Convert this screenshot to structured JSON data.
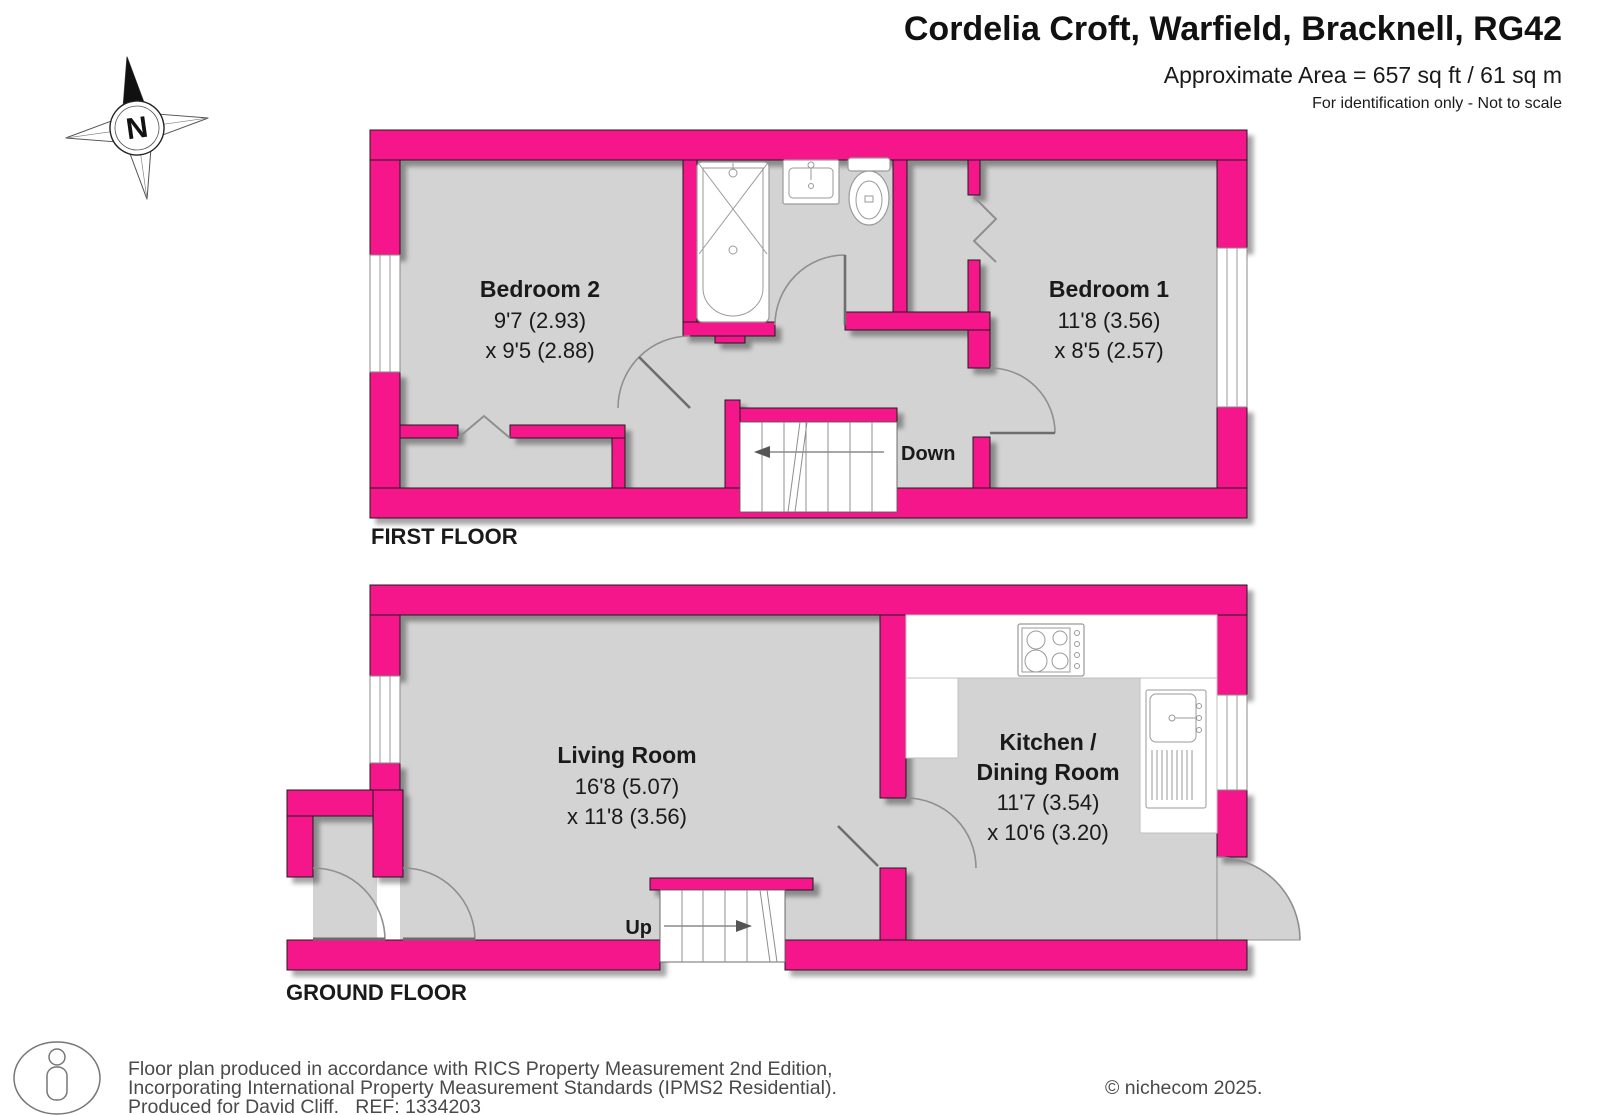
{
  "header": {
    "title": "Cordelia Croft, Warfield, Bracknell, RG42",
    "area_line": "Approximate Area = 657 sq ft / 61 sq m",
    "disclaimer": "For identification only - Not to scale"
  },
  "compass": {
    "north_label": "N"
  },
  "first_floor": {
    "label": "FIRST FLOOR",
    "stairs_label": "Down",
    "bedroom2": {
      "name": "Bedroom 2",
      "dim_line1": "9'7 (2.93)",
      "dim_line2": "x 9'5 (2.88)"
    },
    "bedroom1": {
      "name": "Bedroom 1",
      "dim_line1": "11'8 (3.56)",
      "dim_line2": "x 8'5 (2.57)"
    }
  },
  "ground_floor": {
    "label": "GROUND FLOOR",
    "stairs_label": "Up",
    "living_room": {
      "name": "Living Room",
      "dim_line1": "16'8 (5.07)",
      "dim_line2": "x 11'8 (3.56)"
    },
    "kitchen": {
      "name_line1": "Kitchen /",
      "name_line2": "Dining Room",
      "dim_line1": "11'7 (3.54)",
      "dim_line2": "x 10'6 (3.20)"
    }
  },
  "footer": {
    "line1": "Floor plan produced in accordance with RICS Property Measurement 2nd Edition,",
    "line2": "Incorporating International Property Measurement Standards (IPMS2 Residential).",
    "copyright": "© nichecom 2025.",
    "line3": "Produced for David Cliff.   REF: 1334203"
  },
  "colors": {
    "wall_pink": "#F5128C",
    "floor_gray": "#D3D3D3"
  }
}
